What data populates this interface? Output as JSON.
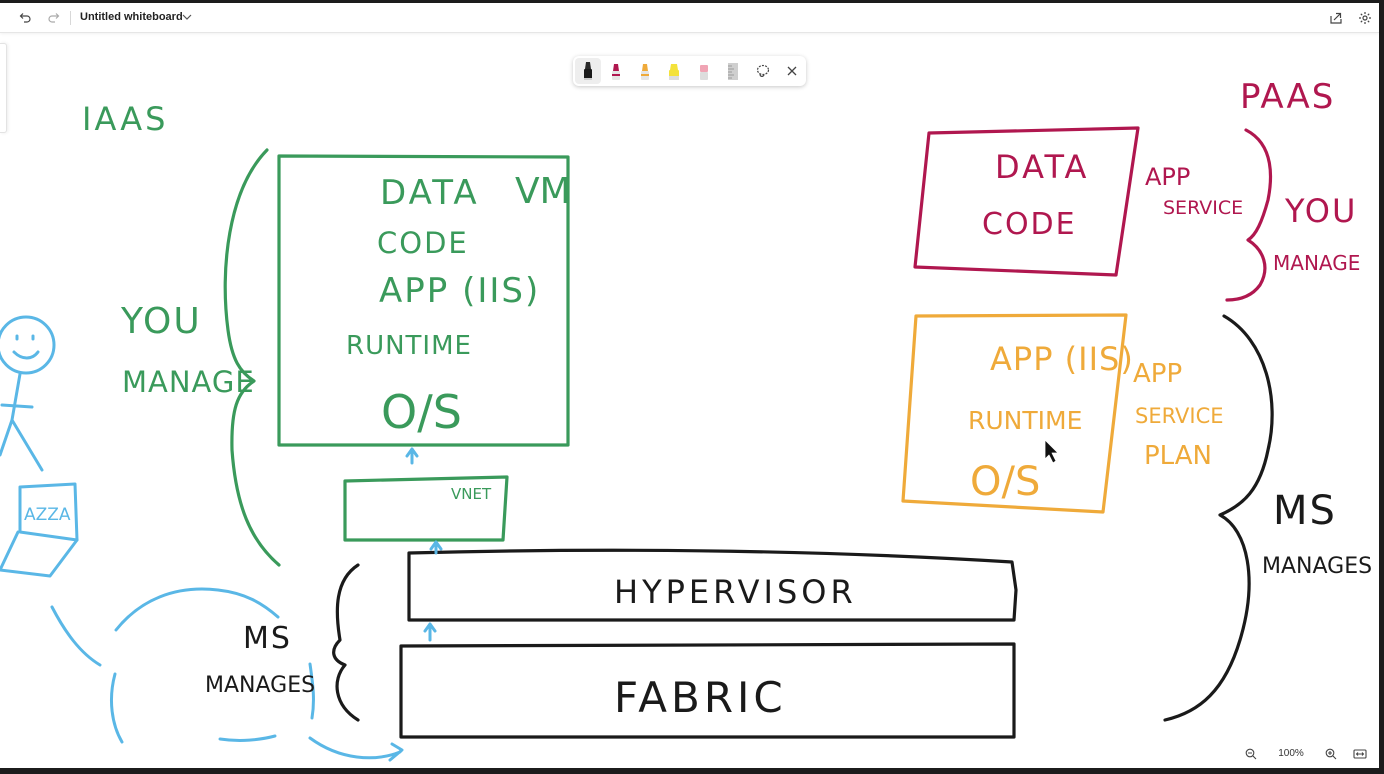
{
  "toolbar": {
    "title": "Untitled whiteboard",
    "undo_icon": "undo-icon",
    "redo_icon": "redo-icon",
    "share_icon": "share-icon",
    "settings_icon": "gear-icon"
  },
  "pen_tools": [
    "black-pen-icon",
    "red-pen-icon",
    "yellow-pen-icon",
    "highlighter-icon",
    "eraser-icon",
    "ruler-icon",
    "lasso-icon",
    "close-icon"
  ],
  "zoom": {
    "level": "100%"
  },
  "ink": {
    "iaas_title": "IAAS",
    "paas_title": "PAAS",
    "vm_label": "VM",
    "green_box": {
      "data": "DATA",
      "code": "CODE",
      "app": "APP (IIS)",
      "runtime": "RUNTIME",
      "os": "O/S"
    },
    "you_manage_left": {
      "line1": "YOU",
      "line2": "MANAGE"
    },
    "vnet_label": "VNET",
    "hypervisor": "HYPERVISOR",
    "fabric": "FABRIC",
    "ms_manages_left": {
      "line1": "MS",
      "line2": "MANAGES"
    },
    "laptop_label": "AZZA",
    "red_box": {
      "data": "DATA",
      "code": "CODE"
    },
    "app_service": {
      "line1": "APP",
      "line2": "SERVICE"
    },
    "you_manage_right": {
      "line1": "YOU",
      "line2": "MANAGE"
    },
    "orange_box": {
      "app": "APP (IIS)",
      "runtime": "RUNTIME",
      "os": "O/S"
    },
    "app_service_plan": {
      "line1": "APP",
      "line2": "SERVICE",
      "line3": "PLAN"
    },
    "ms_manages_right": {
      "line1": "MS",
      "line2": "MANAGES"
    }
  },
  "colors": {
    "green": "#3a9a5b",
    "crimson": "#b0174f",
    "orange": "#efaa3a",
    "blue": "#5ab7e6",
    "black": "#1a1a1a"
  }
}
